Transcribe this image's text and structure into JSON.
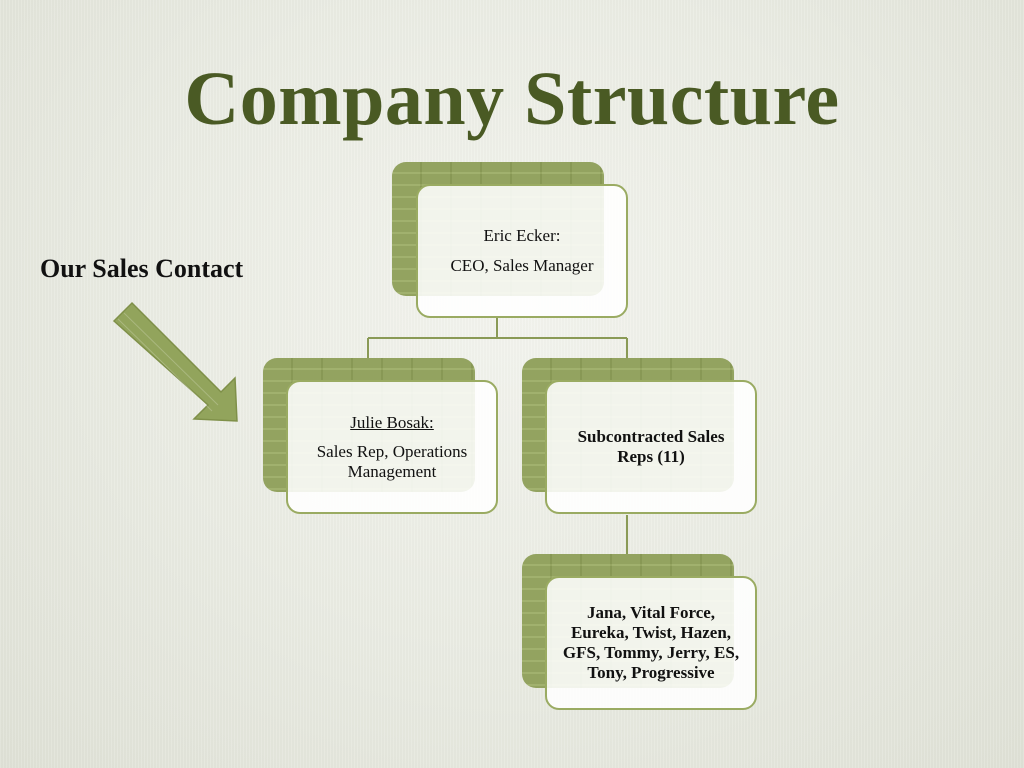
{
  "slide": {
    "title": "Company Structure",
    "side_label": "Our Sales Contact",
    "accent_color": "#4a5a24",
    "tile_color": "#93a45d"
  },
  "org_chart": {
    "ceo": {
      "name": "Eric Ecker:",
      "role": "CEO, Sales Manager"
    },
    "julie": {
      "name": "Julie Bosak:",
      "role": "Sales Rep, Operations Management"
    },
    "subcontracted": {
      "label": "Subcontracted Sales Reps (11)"
    },
    "reps": {
      "names": "Jana, Vital Force, Eureka, Twist, Hazen, GFS, Tommy, Jerry, ES, Tony, Progressive"
    }
  }
}
